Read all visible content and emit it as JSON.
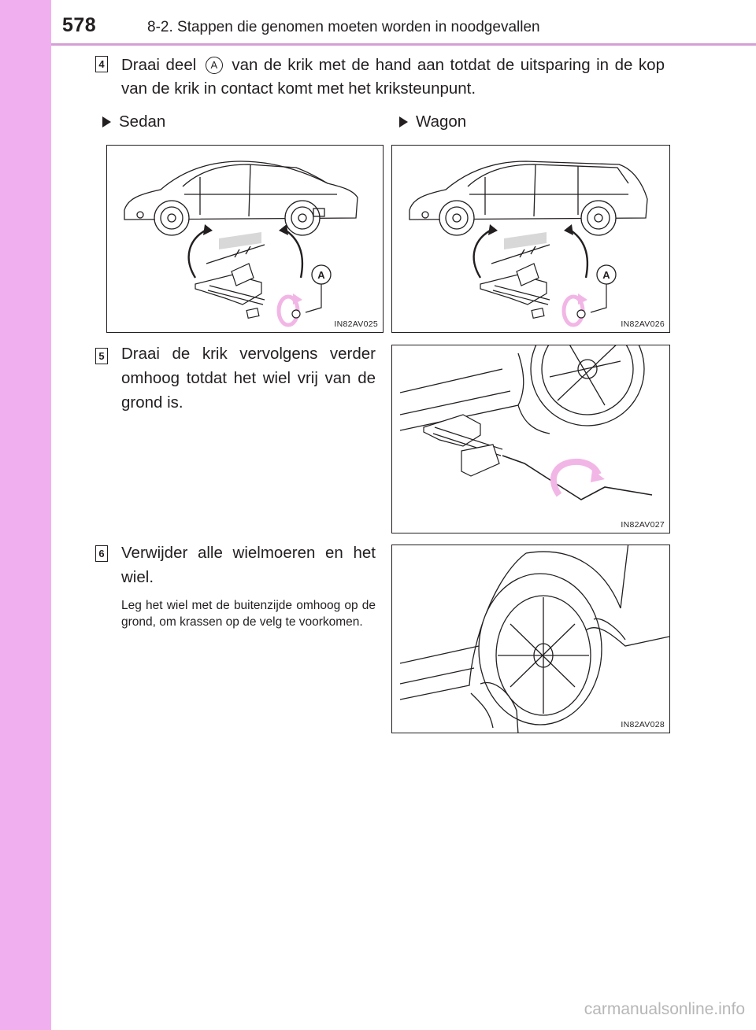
{
  "header": {
    "page_number": "578",
    "section_title": "8-2. Stappen die genomen moeten worden in noodgevallen"
  },
  "step4": {
    "number": "4",
    "text_before": "Draai deel",
    "marker": "A",
    "text_after": "van de krik met de hand aan totdat de uitsparing in de kop van de krik in contact komt met het kriksteunpunt."
  },
  "variants": {
    "left_label": "Sedan",
    "right_label": "Wagon"
  },
  "figures": {
    "sedan_code": "IN82AV025",
    "sedan_callout": "A",
    "wagon_code": "IN82AV026",
    "wagon_callout": "A",
    "step5_code": "IN82AV027",
    "step6_code": "IN82AV028"
  },
  "step5": {
    "number": "5",
    "text": "Draai de krik vervolgens verder omhoog totdat het wiel vrij van de grond is."
  },
  "step6": {
    "number": "6",
    "text": "Verwijder alle wielmoeren en het wiel.",
    "note": "Leg het wiel met de buitenzijde omhoog op de grond, om krassen op de velg te voorkomen."
  },
  "watermark": "carmanualsonline.info",
  "colors": {
    "sidebar": "#f0b0f0",
    "header_rule": "#d59ed5",
    "accent_arrow": "#f2b6e6"
  }
}
